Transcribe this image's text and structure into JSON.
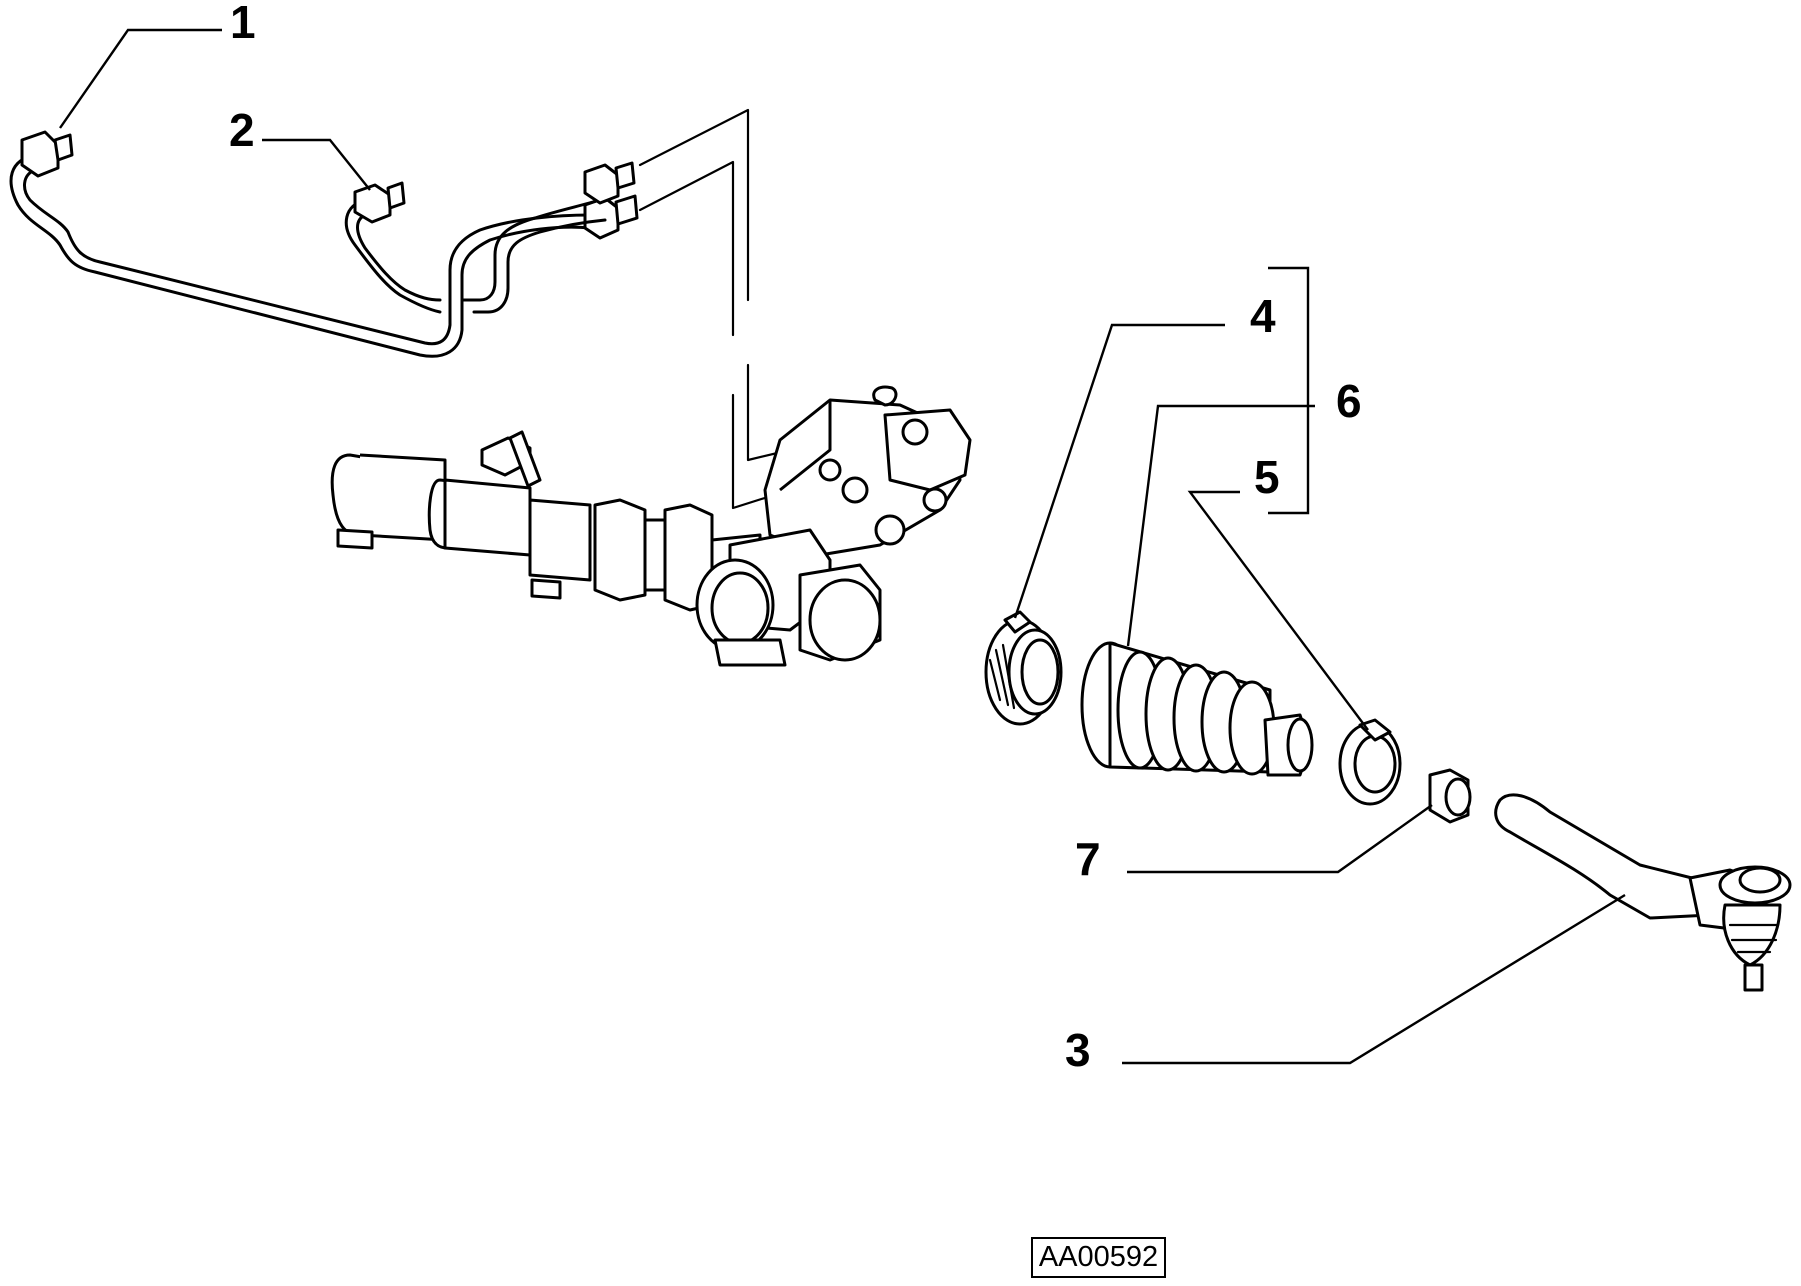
{
  "callouts": {
    "c1": "1",
    "c2": "2",
    "c3": "3",
    "c4": "4",
    "c5": "5",
    "c6": "6",
    "c7": "7"
  },
  "drawing_code": "AA00592",
  "parts": [
    {
      "callout": "1",
      "icon": "brake-pipe-long-icon"
    },
    {
      "callout": "2",
      "icon": "brake-pipe-short-icon"
    },
    {
      "callout": "3",
      "icon": "tie-rod-end-icon"
    },
    {
      "callout": "4",
      "icon": "hose-clamp-icon"
    },
    {
      "callout": "5",
      "icon": "small-clamp-icon"
    },
    {
      "callout": "6",
      "icon": "bellows-boot-icon"
    },
    {
      "callout": "7",
      "icon": "lock-nut-icon"
    }
  ],
  "group_bracket_members": [
    "4",
    "6",
    "5"
  ]
}
